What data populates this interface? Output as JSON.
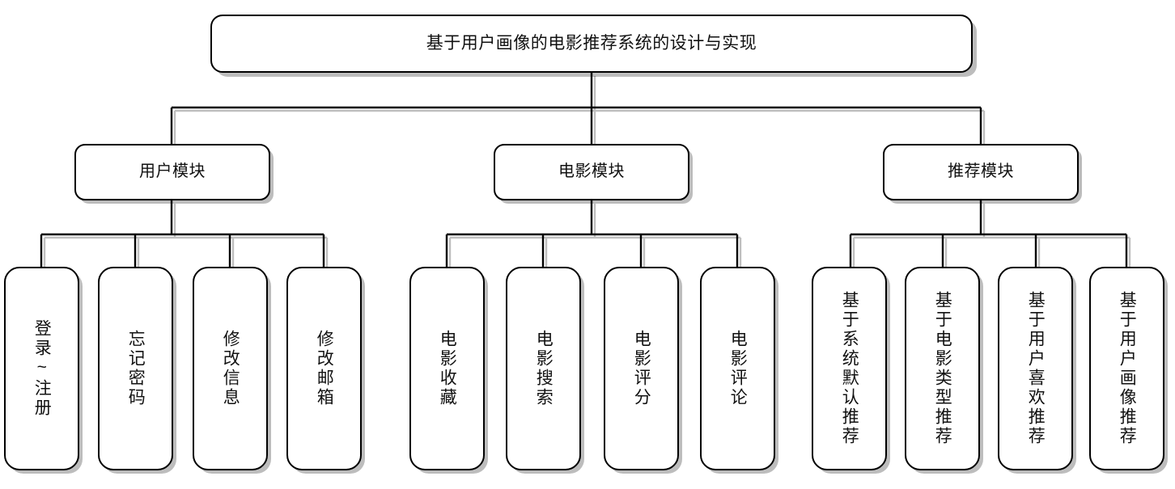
{
  "diagram": {
    "type": "organization-tree",
    "title_node": {
      "label": "基于用户画像的电影推荐系统的设计与实现"
    },
    "modules": [
      {
        "label": "用户模块"
      },
      {
        "label": "电影模块"
      },
      {
        "label": "推荐模块"
      }
    ],
    "user_leaves": [
      {
        "label": "登录~注册"
      },
      {
        "label": "忘记密码"
      },
      {
        "label": "修改信息"
      },
      {
        "label": "修改邮箱"
      }
    ],
    "movie_leaves": [
      {
        "label": "电影收藏"
      },
      {
        "label": "电影搜索"
      },
      {
        "label": "电影评分"
      },
      {
        "label": "电影评论"
      }
    ],
    "recommend_leaves": [
      {
        "label": "基于系统默认推荐"
      },
      {
        "label": "基于电影类型推荐"
      },
      {
        "label": "基于用户喜欢推荐"
      },
      {
        "label": "基于用户画像推荐"
      }
    ],
    "colors": {
      "background": "#ffffff",
      "node_fill": "#ffffff",
      "node_border": "#000000",
      "shadow": "#bfbfbf",
      "line": "#000000",
      "text": "#111111"
    }
  }
}
